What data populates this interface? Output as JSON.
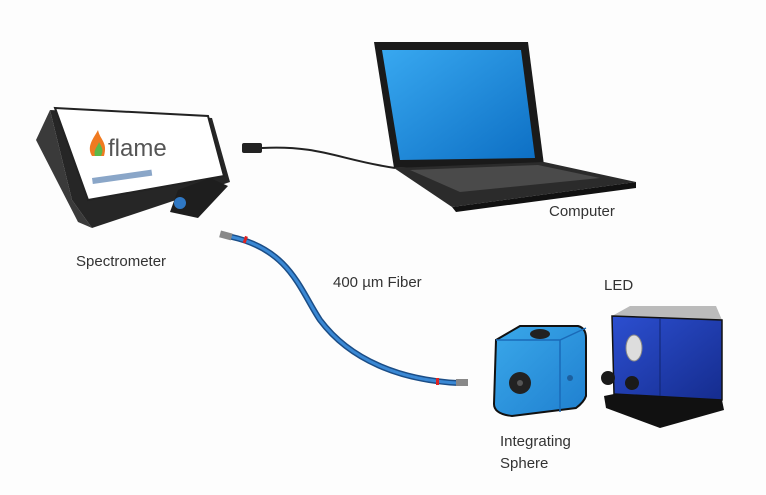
{
  "labels": {
    "spectrometer": "Spectrometer",
    "computer": "Computer",
    "fiber": "400 µm Fiber",
    "led": "LED",
    "sphere_line1": "Integrating",
    "sphere_line2": "Sphere"
  },
  "spectrometer_logo": "flame",
  "colors": {
    "laptop_screen": "#1c8ee0",
    "fiber": "#2f78c4",
    "sphere": "#2f9be0",
    "led_housing": "#1f3fb8",
    "device_body": "#2a2a2a"
  }
}
